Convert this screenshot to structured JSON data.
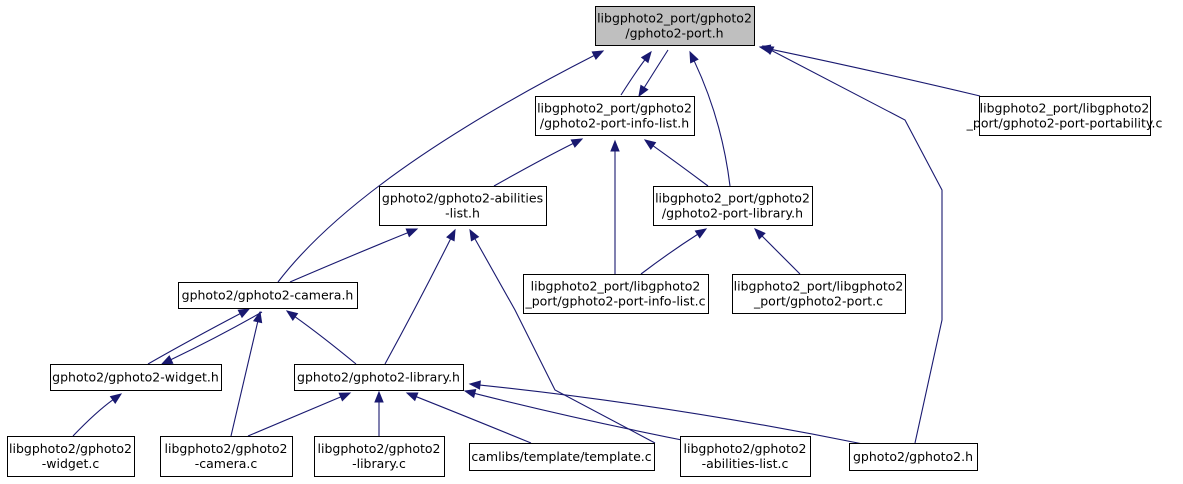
{
  "colors": {
    "root_fill": "#bfbfbf",
    "node_fill": "#ffffff",
    "edge": "#191970"
  },
  "nodes": [
    {
      "id": "n_port_h",
      "lines": [
        "libgphoto2_port/gphoto2",
        "/gphoto2-port.h"
      ],
      "root": true
    },
    {
      "id": "n_info_list_h",
      "lines": [
        "libgphoto2_port/gphoto2",
        "/gphoto2-port-info-list.h"
      ]
    },
    {
      "id": "n_portability_c",
      "lines": [
        "libgphoto2_port/libgphoto2",
        "_port/gphoto2-port-portability.c"
      ]
    },
    {
      "id": "n_abilities_list_h",
      "lines": [
        "gphoto2/gphoto2-abilities",
        "-list.h"
      ]
    },
    {
      "id": "n_port_library_h",
      "lines": [
        "libgphoto2_port/gphoto2",
        "/gphoto2-port-library.h"
      ]
    },
    {
      "id": "n_camera_h",
      "lines": [
        "gphoto2/gphoto2-camera.h"
      ]
    },
    {
      "id": "n_info_list_c",
      "lines": [
        "libgphoto2_port/libgphoto2",
        "_port/gphoto2-port-info-list.c"
      ]
    },
    {
      "id": "n_port_c",
      "lines": [
        "libgphoto2_port/libgphoto2",
        "_port/gphoto2-port.c"
      ]
    },
    {
      "id": "n_widget_h",
      "lines": [
        "gphoto2/gphoto2-widget.h"
      ]
    },
    {
      "id": "n_library_h",
      "lines": [
        "gphoto2/gphoto2-library.h"
      ]
    },
    {
      "id": "n_widget_c",
      "lines": [
        "libgphoto2/gphoto2",
        "-widget.c"
      ]
    },
    {
      "id": "n_camera_c",
      "lines": [
        "libgphoto2/gphoto2",
        "-camera.c"
      ]
    },
    {
      "id": "n_library_c",
      "lines": [
        "libgphoto2/gphoto2",
        "-library.c"
      ]
    },
    {
      "id": "n_template_c",
      "lines": [
        "camlibs/template/template.c"
      ]
    },
    {
      "id": "n_abilities_list_c",
      "lines": [
        "libgphoto2/gphoto2",
        "-abilities-list.c"
      ]
    },
    {
      "id": "n_gphoto2_h",
      "lines": [
        "gphoto2/gphoto2.h"
      ]
    }
  ],
  "edges": [
    {
      "from": "n_info_list_h",
      "to": "n_port_h"
    },
    {
      "from": "n_port_h",
      "to": "n_info_list_h"
    },
    {
      "from": "n_portability_c",
      "to": "n_port_h"
    },
    {
      "from": "n_port_library_h",
      "to": "n_port_h"
    },
    {
      "from": "n_camera_h",
      "to": "n_port_h"
    },
    {
      "from": "n_gphoto2_h",
      "to": "n_port_h"
    },
    {
      "from": "n_abilities_list_h",
      "to": "n_info_list_h"
    },
    {
      "from": "n_port_library_h",
      "to": "n_info_list_h"
    },
    {
      "from": "n_info_list_c",
      "to": "n_info_list_h"
    },
    {
      "from": "n_camera_h",
      "to": "n_abilities_list_h"
    },
    {
      "from": "n_library_h",
      "to": "n_abilities_list_h"
    },
    {
      "from": "n_abilities_list_c",
      "to": "n_abilities_list_h"
    },
    {
      "from": "n_info_list_c",
      "to": "n_port_library_h"
    },
    {
      "from": "n_port_c",
      "to": "n_port_library_h"
    },
    {
      "from": "n_widget_h",
      "to": "n_camera_h"
    },
    {
      "from": "n_camera_h",
      "to": "n_widget_h"
    },
    {
      "from": "n_library_h",
      "to": "n_camera_h"
    },
    {
      "from": "n_camera_c",
      "to": "n_camera_h"
    },
    {
      "from": "n_widget_c",
      "to": "n_widget_h"
    },
    {
      "from": "n_camera_c",
      "to": "n_library_h"
    },
    {
      "from": "n_library_c",
      "to": "n_library_h"
    },
    {
      "from": "n_template_c",
      "to": "n_library_h"
    },
    {
      "from": "n_abilities_list_c",
      "to": "n_library_h"
    },
    {
      "from": "n_gphoto2_h",
      "to": "n_library_h"
    }
  ]
}
